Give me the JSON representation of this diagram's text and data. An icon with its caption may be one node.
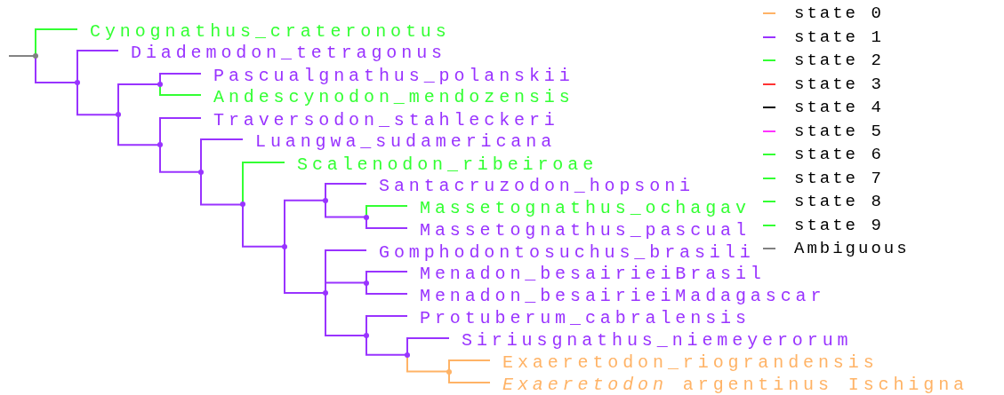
{
  "diagram": {
    "nodes": [
      {
        "text": [
          "Cynognathus_crateronotus"
        ]
      },
      {
        "text": [
          "Diademodon_tetragonus"
        ]
      },
      {
        "text": [
          "Pascualgnathus_polanskii"
        ]
      },
      {
        "text": [
          "Andescynodon_mendozensis"
        ]
      },
      {
        "text": [
          "Traversodon_stahleckeri"
        ]
      },
      {
        "text": [
          "Luangwa_sudamericana"
        ]
      },
      {
        "text": [
          "Scalenodon_ribeiroae"
        ]
      },
      {
        "text": [
          "Santacruzodon_hopsoni"
        ]
      },
      {
        "text": [
          "Massetognathus_ochagav"
        ]
      },
      {
        "text": [
          "Massetognathus_pascual"
        ]
      },
      {
        "text": [
          "Gomphodontosuchus_brasili"
        ]
      },
      {
        "text": [
          "Menadon_besairieiBrasil"
        ]
      },
      {
        "text": [
          "Menadon_besairieiMadagascar"
        ]
      },
      {
        "text": [
          "Protuberum_cabralensis"
        ]
      },
      {
        "text": [
          "Siriusgnathus_niemeyerorum"
        ]
      },
      {
        "text": [
          "Exaeretodon_riograndensis"
        ]
      },
      {
        "text": [
          "*Exaeretodon* argentinus Ischigna"
        ]
      },
      {
        "text": [],
        "shape": "point"
      },
      {
        "text": [],
        "shape": "point"
      },
      {
        "text": [],
        "shape": "point"
      },
      {
        "text": [],
        "shape": "point"
      },
      {
        "text": [],
        "shape": "point"
      },
      {
        "text": [],
        "shape": "point"
      },
      {
        "text": [],
        "shape": "point"
      },
      {
        "text": [],
        "shape": "point"
      },
      {
        "text": [],
        "shape": "point"
      },
      {
        "text": [],
        "shape": "point"
      },
      {
        "text": [],
        "shape": "point"
      },
      {
        "text": [],
        "shape": "point"
      },
      {
        "text": [],
        "shape": "point"
      },
      {
        "text": [],
        "shape": "point"
      },
      {
        "text": [],
        "shape": "point"
      }
    ],
    "edges": [
      {
        "from": null,
        "to": 17,
        "arrow": "none",
        "color": "#808080"
      },
      {
        "from": 17,
        "to": 0,
        "arrow": "none",
        "color": "#33ff33"
      },
      {
        "from": 17,
        "to": 18,
        "arrow": "none"
      },
      {
        "from": 18,
        "to": 1,
        "arrow": "none"
      },
      {
        "from": 18,
        "to": 19,
        "arrow": "none"
      },
      {
        "from": 19,
        "to": 20,
        "arrow": "none"
      },
      {
        "from": 19,
        "to": 21,
        "arrow": "none"
      },
      {
        "from": 20,
        "to": 2,
        "arrow": "none",
        "color": "#9933ff"
      },
      {
        "from": 20,
        "to": 3,
        "arrow": "none",
        "color": "#33ff33"
      },
      {
        "from": 21,
        "to": 4,
        "arrow": "none"
      },
      {
        "from": 21,
        "to": 22,
        "arrow": "none"
      },
      {
        "from": 22,
        "to": 5,
        "arrow": "none"
      },
      {
        "from": 22,
        "to": 23,
        "arrow": "none"
      },
      {
        "from": 23,
        "to": 6,
        "arrow": "none",
        "color": "#33ff33"
      },
      {
        "from": 23,
        "to": 24,
        "arrow": "none"
      },
      {
        "from": 24,
        "to": 25,
        "arrow": "none"
      },
      {
        "from": 24,
        "to": 26,
        "arrow": "none"
      },
      {
        "from": 25,
        "to": 7,
        "arrow": "none"
      },
      {
        "from": 25,
        "to": 27,
        "arrow": "none"
      },
      {
        "from": 27,
        "to": 8,
        "arrow": "none",
        "color": "#33ff33"
      },
      {
        "from": 27,
        "to": 9,
        "arrow": "none",
        "color": "#9933ff"
      },
      {
        "from": 26,
        "to": 10,
        "arrow": "none"
      },
      {
        "from": 26,
        "to": 28,
        "arrow": "none"
      },
      {
        "from": 26,
        "to": 29,
        "arrow": "none"
      },
      {
        "from": 28,
        "to": 11,
        "arrow": "none"
      },
      {
        "from": 28,
        "to": 12,
        "arrow": "none"
      },
      {
        "from": 29,
        "to": 13,
        "arrow": "none"
      },
      {
        "from": 29,
        "to": 30,
        "arrow": "none"
      },
      {
        "from": 30,
        "to": 14,
        "arrow": "none",
        "color": "#9933ff"
      },
      {
        "from": 30,
        "to": 31,
        "arrow": "none",
        "color": "#ffb366"
      },
      {
        "from": 31,
        "to": 15,
        "arrow": "none",
        "color": "#ffb366"
      },
      {
        "from": 31,
        "to": 16,
        "arrow": "none",
        "color": "#ffb366"
      }
    ],
    "legend": [
      {
        "text": "state 0",
        "color": "#ffb366"
      },
      {
        "text": "state 1",
        "color": "#9933ff"
      },
      {
        "text": "state 2",
        "color": "#33ff33"
      },
      {
        "text": "state 3",
        "color": "#ff3333"
      },
      {
        "text": "state 4",
        "color": "#000000"
      },
      {
        "text": "state 5",
        "color": "#ff33ff"
      },
      {
        "text": "state 6",
        "color": "#33ff33"
      },
      {
        "text": "state 7",
        "color": "#33ff33"
      },
      {
        "text": "state 8",
        "color": "#33ff33"
      },
      {
        "text": "state 9",
        "color": "#33ff33"
      },
      {
        "text": "Ambiguous",
        "color": "#808080"
      }
    ]
  }
}
